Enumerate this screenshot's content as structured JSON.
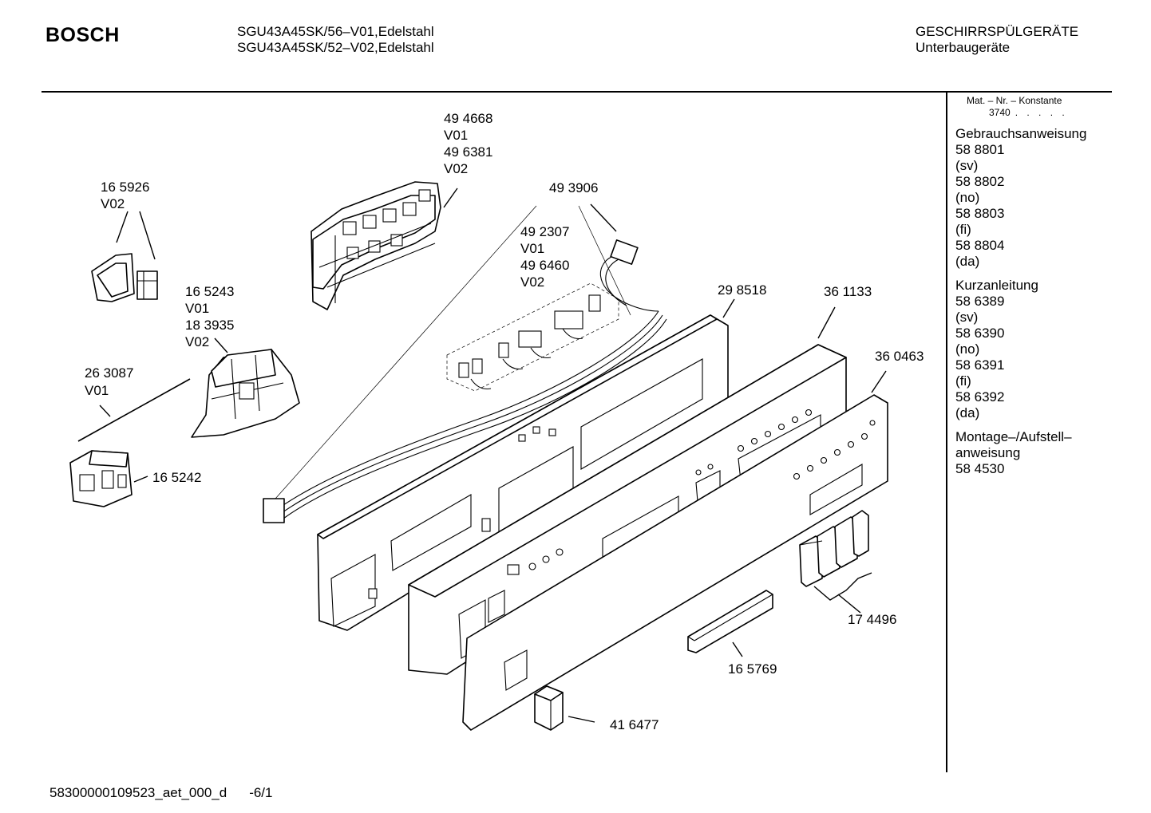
{
  "header": {
    "brand": "BOSCH",
    "model_1": "SGU43A45SK/56–V01,Edelstahl",
    "model_2": "SGU43A45SK/52–V02,Edelstahl",
    "category": "GESCHIRRSPÜLGERÄTE",
    "subcategory": "Unterbaugeräte"
  },
  "footer": {
    "doc_id": "58300000109523_aet_000_d",
    "sheet": "-6/1"
  },
  "sidebar": {
    "mat_header": "Mat. – Nr. – Konstante",
    "mat_value": "3740",
    "mat_dots": ". . . . .",
    "groups": [
      {
        "title": "Gebrauchsanweisung",
        "lines": [
          "58 8801",
          "(sv)",
          "58 8802",
          "(no)",
          "58 8803",
          "(fi)",
          "58 8804",
          "(da)"
        ]
      },
      {
        "title": "Kurzanleitung",
        "lines": [
          "58 6389",
          "(sv)",
          "58 6390",
          "(no)",
          "58 6391",
          "(fi)",
          "58 6392",
          "(da)"
        ]
      },
      {
        "title": "Montage–/Aufstell–",
        "lines": [
          "anweisung",
          "58 4530"
        ]
      }
    ]
  },
  "parts": {
    "p165926": "16 5926",
    "p165926_var": "V02",
    "p494668": "49 4668",
    "p494668_var1": "V01",
    "p496381": "49 6381",
    "p496381_var": "V02",
    "p493906": "49 3906",
    "p492307": "49 2307",
    "p492307_var": "V01",
    "p496460": "49 6460",
    "p496460_var": "V02",
    "p165243": "16 5243",
    "p165243_var": "V01",
    "p183935": "18 3935",
    "p183935_var": "V02",
    "p263087": "26 3087",
    "p263087_var": "V01",
    "p165242": "16 5242",
    "p298518": "29 8518",
    "p361133": "36 1133",
    "p360463": "36 0463",
    "p174496": "17 4496",
    "p165769": "16 5769",
    "p416477": "41 6477"
  }
}
